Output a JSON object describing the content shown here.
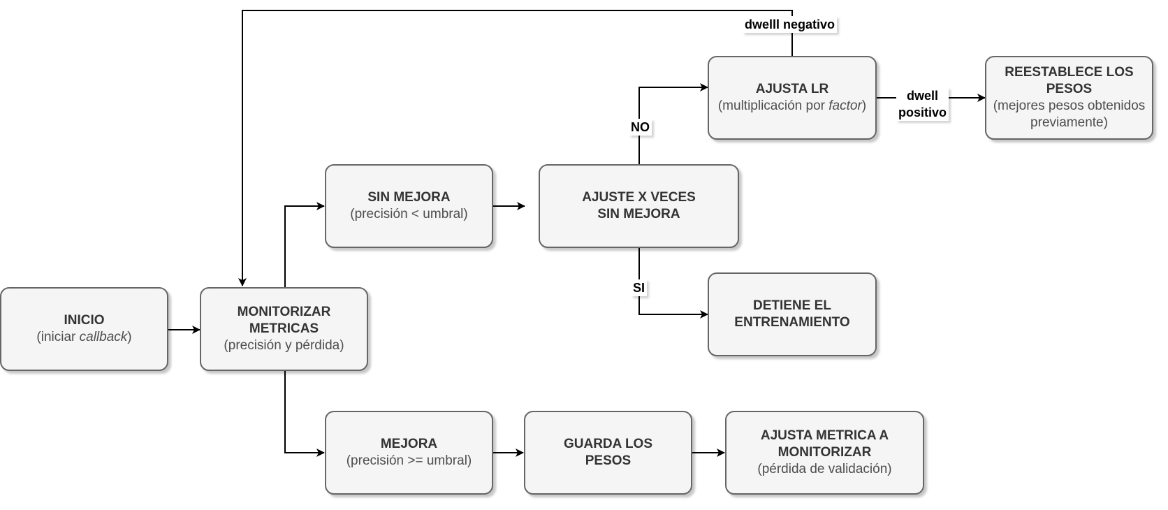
{
  "nodes": {
    "inicio": {
      "title": "INICIO",
      "sub_pre": "(iniciar ",
      "sub_em": "callback",
      "sub_post": ")"
    },
    "monitorizar": {
      "title": "MONITORIZAR\nMETRICAS",
      "sub": "(precisión y pérdida)"
    },
    "sin_mejora": {
      "title": "SIN MEJORA",
      "sub": "(precisión < umbral)"
    },
    "ajuste_x_veces": {
      "title": "AJUSTE X VECES\nSIN MEJORA"
    },
    "ajusta_lr": {
      "title": "AJUSTA LR",
      "sub_pre": "(multiplicación por ",
      "sub_em": "factor",
      "sub_post": ")"
    },
    "reestablece": {
      "title": "REESTABLECE LOS\nPESOS",
      "sub": "(mejores pesos obtenidos previamente)"
    },
    "detiene": {
      "title": "DETIENE EL\nENTRENAMIENTO"
    },
    "mejora": {
      "title": "MEJORA",
      "sub": "(precisión >= umbral)"
    },
    "guarda": {
      "title": "GUARDA LOS\nPESOS"
    },
    "ajusta_metrica": {
      "title": "AJUSTA METRICA A\nMONITORIZAR",
      "sub": "(pérdida de validación)"
    }
  },
  "edge_labels": {
    "dwell_negativo": "dwelll negativo",
    "dwell_positivo": "dwell\npositivo",
    "no": "NO",
    "si": "SI"
  }
}
